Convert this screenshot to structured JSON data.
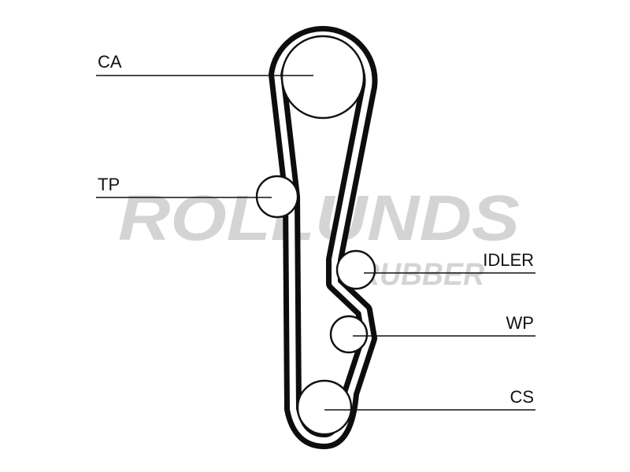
{
  "watermark": {
    "line1": "ROLLUNDS",
    "line2": "RUBBER",
    "color": "#d4d4d4"
  },
  "labels": {
    "ca": "CA",
    "tp": "TP",
    "idler": "IDLER",
    "wp": "WP",
    "cs": "CS"
  },
  "colors": {
    "belt": "#0d0d0d",
    "line": "#111111"
  }
}
